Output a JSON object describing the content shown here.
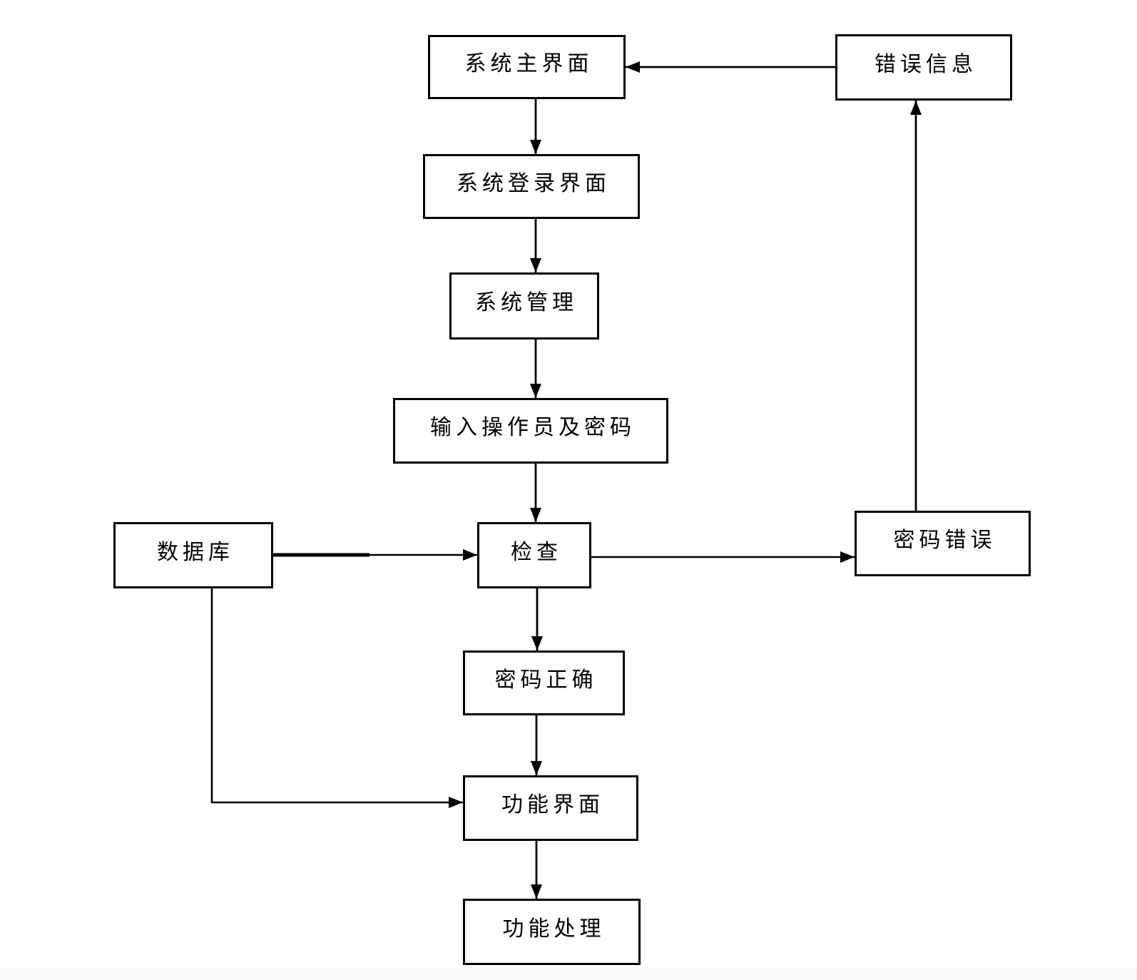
{
  "diagram": {
    "type": "flowchart",
    "colors": {
      "background": "#ffffff",
      "line": "#000000",
      "text": "#000000",
      "node_fill": "#ffffff"
    },
    "nodes": {
      "main": {
        "label": "系统主界面"
      },
      "error_info": {
        "label": "错误信息"
      },
      "login": {
        "label": "系统登录界面"
      },
      "sys_mgmt": {
        "label": "系统管理"
      },
      "input_op": {
        "label": "输入操作员及密码"
      },
      "database": {
        "label": "数据库"
      },
      "check": {
        "label": "检查"
      },
      "pwd_error": {
        "label": "密码错误"
      },
      "pwd_ok": {
        "label": "密码正确"
      },
      "func_ui": {
        "label": "功能界面"
      },
      "func_proc": {
        "label": "功能处理"
      }
    },
    "edges": [
      {
        "from": "main",
        "to": "login"
      },
      {
        "from": "login",
        "to": "sys_mgmt"
      },
      {
        "from": "sys_mgmt",
        "to": "input_op"
      },
      {
        "from": "input_op",
        "to": "check"
      },
      {
        "from": "database",
        "to": "check"
      },
      {
        "from": "check",
        "to": "pwd_error"
      },
      {
        "from": "pwd_error",
        "to": "error_info"
      },
      {
        "from": "error_info",
        "to": "main"
      },
      {
        "from": "check",
        "to": "pwd_ok"
      },
      {
        "from": "pwd_ok",
        "to": "func_ui"
      },
      {
        "from": "database",
        "to": "func_ui"
      },
      {
        "from": "func_ui",
        "to": "func_proc"
      }
    ]
  }
}
